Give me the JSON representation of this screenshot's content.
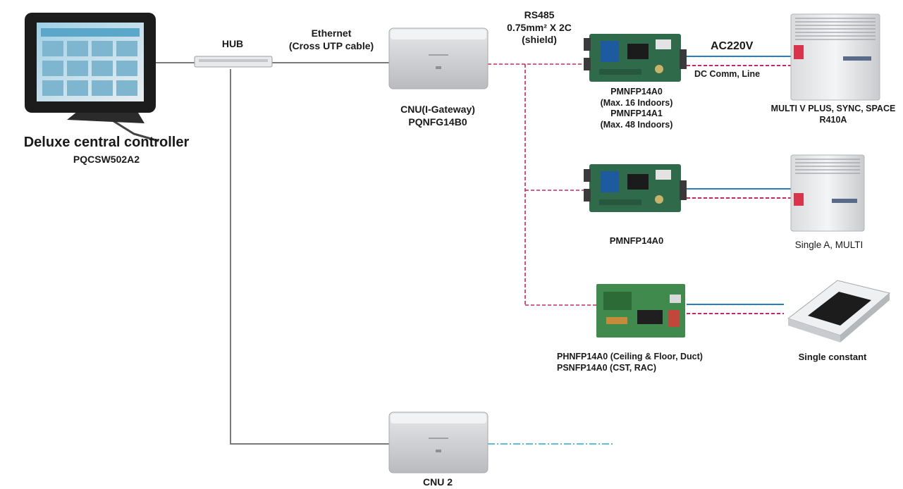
{
  "colors": {
    "ethernet_line": "#7a7a7a",
    "rs485_line": "#c8285a",
    "power_line": "#2a7fc0",
    "future_line": "#2aa7d6"
  },
  "controller": {
    "title": "Deluxe central controller",
    "model": "PQCSW502A2"
  },
  "hub": {
    "label": "HUB"
  },
  "ethernet": {
    "line1": "Ethernet",
    "line2": "(Cross UTP cable)"
  },
  "rs485": {
    "line1": "RS485",
    "line2": "0.75mm² X 2C",
    "line3": "(shield)"
  },
  "cnu1": {
    "line1": "CNU(I-Gateway)",
    "line2": "PQNFG14B0"
  },
  "cnu2": {
    "label": "CNU 2"
  },
  "module1": {
    "lines": [
      "PMNFP14A0",
      "(Max. 16 Indoors)",
      "PMNFP14A1",
      "(Max. 48 Indoors)"
    ]
  },
  "power": {
    "ac": "AC220V",
    "dc": "DC Comm, Line"
  },
  "outdoor1": {
    "line1": "MULTI V PLUS, SYNC, SPACE",
    "line2": "R410A"
  },
  "module2": {
    "label": "PMNFP14A0"
  },
  "outdoor2": {
    "label": "Single A, MULTI"
  },
  "module3": {
    "line1": "PHNFP14A0 (Ceiling & Floor, Duct)",
    "line2": "PSNFP14A0 (CST, RAC)"
  },
  "indoor3": {
    "label": "Single constant"
  }
}
